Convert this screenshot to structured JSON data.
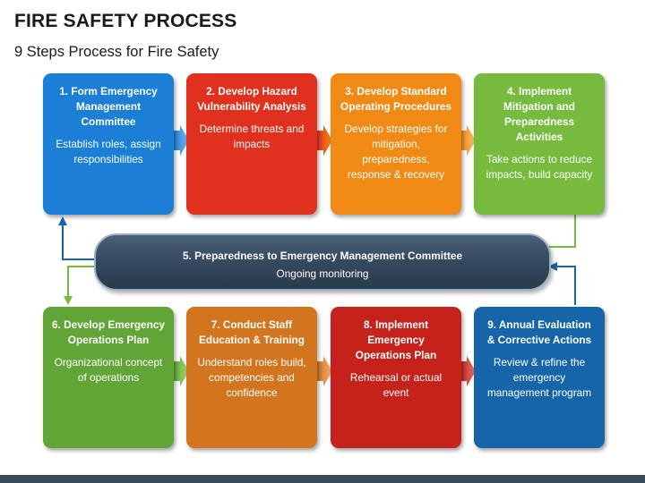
{
  "title": "FIRE SAFETY PROCESS",
  "subtitle": "9 Steps Process for Fire Safety",
  "colors": {
    "step1": "#1b7fd6",
    "step2": "#e0301e",
    "step3": "#f08a14",
    "step4": "#76bb3d",
    "step6": "#61a536",
    "step7": "#d3741e",
    "step8": "#c5221c",
    "step9": "#1565a8",
    "center": "#34495e",
    "footer": "#3b4a5a"
  },
  "steps": [
    {
      "head": "1. Form Emergency Management Committee",
      "body": "Establish roles, assign responsibilities"
    },
    {
      "head": "2. Develop Hazard Vulnerability Analysis",
      "body": "Determine threats and impacts"
    },
    {
      "head": "3. Develop Standard Operating Procedures",
      "body": "Develop strategies for mitigation, preparedness, response & recovery"
    },
    {
      "head": "4. Implement Mitigation and Preparedness Activities",
      "body": "Take actions to reduce impacts, build capacity"
    },
    {
      "head": "5. Preparedness to Emergency Management Committee",
      "body": "Ongoing monitoring"
    },
    {
      "head": "6. Develop Emergency Operations Plan",
      "body": "Organizational concept of operations"
    },
    {
      "head": "7. Conduct Staff Education & Training",
      "body": "Understand roles build, competencies and confidence"
    },
    {
      "head": "8. Implement Emergency Operations Plan",
      "body": "Rehearsal or actual event"
    },
    {
      "head": "9. Annual Evaluation & Corrective Actions",
      "body": "Review & refine the emergency management program"
    }
  ]
}
